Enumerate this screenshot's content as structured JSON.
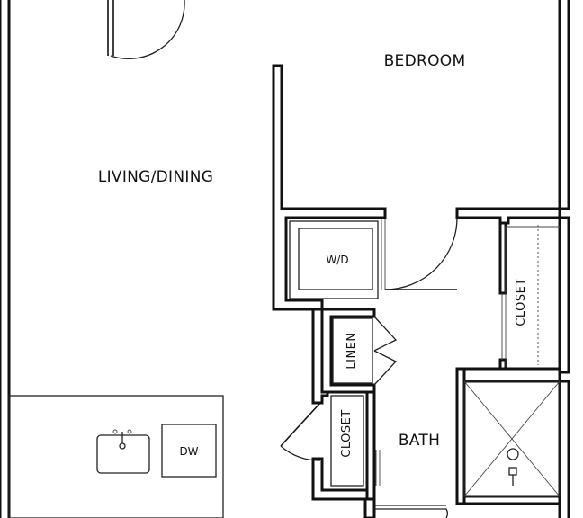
{
  "rooms": {
    "bedroom": "BEDROOM",
    "living_dining": "LIVING/DINING",
    "bath": "BATH"
  },
  "fixtures": {
    "washer_dryer": "W/D",
    "dishwasher": "DW",
    "linen": "LINEN",
    "closet_bath": "CLOSET",
    "closet_bedroom": "CLOSET"
  }
}
